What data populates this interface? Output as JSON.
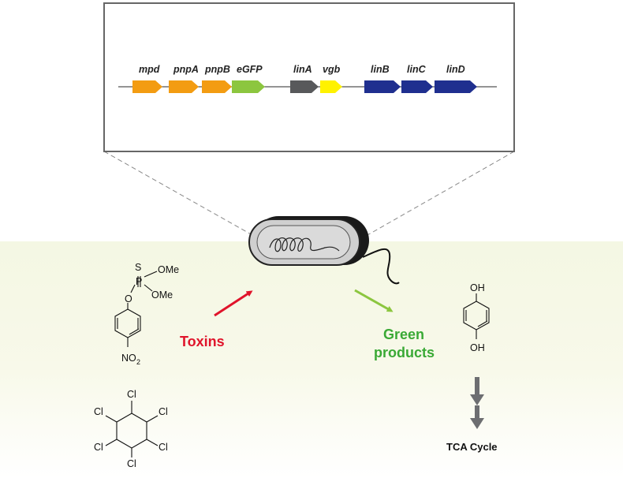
{
  "operon": {
    "genes": [
      {
        "name": "mpd",
        "color": "#f39c12"
      },
      {
        "name": "pnpA",
        "color": "#f39c12"
      },
      {
        "name": "pnpB",
        "color": "#f39c12"
      },
      {
        "name": "eGFP",
        "color": "#8cc63f"
      },
      {
        "name": "linA",
        "color": "#58595b"
      },
      {
        "name": "vgb",
        "color": "#fff200"
      },
      {
        "name": "linB",
        "color": "#1f2f8f"
      },
      {
        "name": "linC",
        "color": "#1f2f8f"
      },
      {
        "name": "linD",
        "color": "#1f2f8f"
      }
    ]
  },
  "labels": {
    "toxins": "Toxins",
    "green_line1": "Green",
    "green_line2": "products",
    "tca": "TCA Cycle"
  },
  "colors": {
    "toxin_arrow": "#e0142b",
    "product_arrow": "#8cc63f",
    "pathway_arrow": "#6d6e71"
  },
  "methyl_parathion": {
    "s": "S",
    "p": "P",
    "o": "O",
    "ome1": "OMe",
    "ome2": "OMe",
    "no2": "NO",
    "no2_sub": "2"
  },
  "hydroquinone": {
    "oh_top": "OH",
    "oh_bottom": "OH"
  },
  "hch": {
    "cl": [
      "Cl",
      "Cl",
      "Cl",
      "Cl",
      "Cl",
      "Cl"
    ]
  }
}
